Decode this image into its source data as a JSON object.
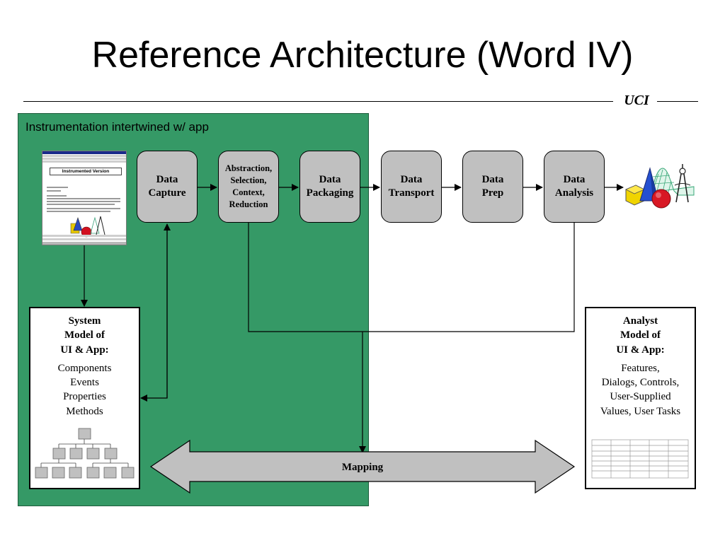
{
  "title": "Reference Architecture (Word IV)",
  "org_label": "UCI",
  "region": {
    "label": "Instrumentation intertwined w/ app",
    "color": "#359966"
  },
  "document_thumbnail": {
    "title": "Instrumented Version",
    "icon": "word-document-icon"
  },
  "pipeline": [
    {
      "id": "capture",
      "label": "Data\nCapture"
    },
    {
      "id": "abstraction",
      "label": "Abstraction,\nSelection,\nContext,\nReduction"
    },
    {
      "id": "packaging",
      "label": "Data\nPackaging"
    },
    {
      "id": "transport",
      "label": "Data\nTransport"
    },
    {
      "id": "prep",
      "label": "Data\nPrep"
    },
    {
      "id": "analysis",
      "label": "Data\nAnalysis"
    }
  ],
  "system_model": {
    "heading": "System\nModel of\nUI & App:",
    "items": [
      "Components",
      "Events",
      "Properties",
      "Methods"
    ],
    "icon": "hierarchy-tree-icon"
  },
  "analyst_model": {
    "heading": "Analyst\nModel of\nUI & App:",
    "items": [
      "Features,",
      "Dialogs, Controls,",
      "User-Supplied",
      "Values, User Tasks"
    ],
    "icon": "table-grid-icon"
  },
  "mapping_label": "Mapping",
  "output_icon": "analysis-shapes-icon",
  "colors": {
    "box_fill": "#c0c0c0",
    "green": "#359966",
    "arrow_fill": "#c0c0c0"
  }
}
